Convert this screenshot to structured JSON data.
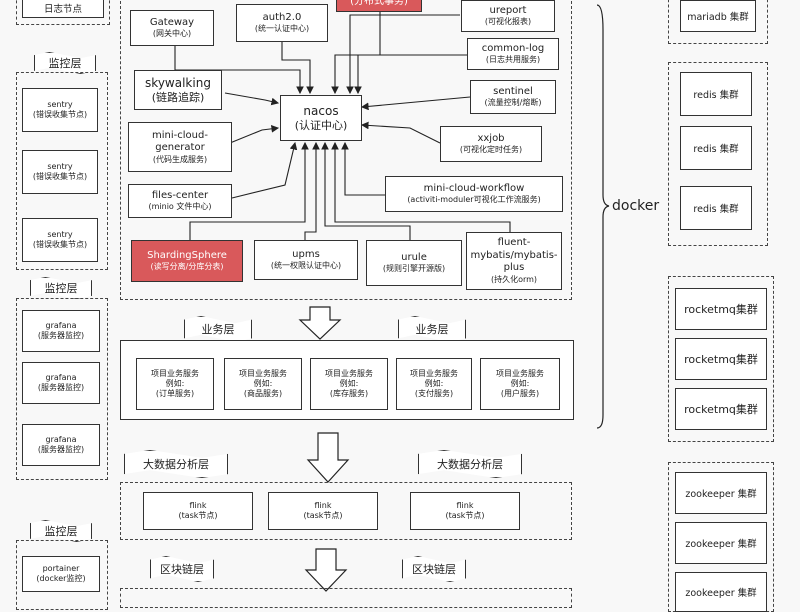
{
  "left_col": {
    "top_box": "日志节点",
    "monitor_flag_1": "监控层",
    "sentry": [
      {
        "name": "sentry",
        "desc": "(错误收集节点)"
      },
      {
        "name": "sentry",
        "desc": "(错误收集节点)"
      },
      {
        "name": "sentry",
        "desc": "(错误收集节点)"
      }
    ],
    "monitor_flag_2": "监控层",
    "grafana": [
      {
        "name": "grafana",
        "desc": "(服务器监控)"
      },
      {
        "name": "grafana",
        "desc": "(服务器监控)"
      },
      {
        "name": "grafana",
        "desc": "(服务器监控)"
      }
    ],
    "monitor_flag_3": "监控层",
    "portainer": {
      "name": "portainer",
      "desc": "(docker监控)"
    }
  },
  "center": {
    "distributed_tx": "(分布式事务)",
    "gateway": {
      "name": "Gateway",
      "desc": "(网关中心)"
    },
    "auth": {
      "name": "auth2.0",
      "desc": "(统一认证中心)"
    },
    "ureport": {
      "name": "ureport",
      "desc": "(可视化报表)"
    },
    "common_log": {
      "name": "common-log",
      "desc": "(日志共用服务)"
    },
    "skywalking": {
      "name": "skywalking",
      "desc": "(链路追踪)"
    },
    "nacos": {
      "name": "nacos",
      "desc": "(认证中心)"
    },
    "sentinel": {
      "name": "sentinel",
      "desc": "(流量控制/熔断)"
    },
    "generator": {
      "name": "mini-cloud-\ngenerator",
      "desc": "(代码生成服务)"
    },
    "xxjob": {
      "name": "xxjob",
      "desc": "(可视化定时任务)"
    },
    "files": {
      "name": "files-center",
      "desc": "(minio 文件中心)"
    },
    "workflow": {
      "name": "mini-cloud-workflow",
      "desc": "(activiti-moduler可视化工作流服务)"
    },
    "sharding": {
      "name": "ShardingSphere",
      "desc": "(读写分离/分库分表)"
    },
    "upms": {
      "name": "upms",
      "desc": "(统一权限认证中心)"
    },
    "urule": {
      "name": "urule",
      "desc": "(规则引擎开源版)"
    },
    "fluent": {
      "name": "fluent-\nmybatis/mybatis-\nplus",
      "desc": "(持久化orm)"
    }
  },
  "business": {
    "flag_left": "业务层",
    "flag_right": "业务层",
    "services": [
      {
        "l1": "项目业务服务",
        "l2": "例如:",
        "l3": "(订单服务)"
      },
      {
        "l1": "项目业务服务",
        "l2": "例如:",
        "l3": "(商品服务)"
      },
      {
        "l1": "项目业务服务",
        "l2": "例如:",
        "l3": "(库存服务)"
      },
      {
        "l1": "项目业务服务",
        "l2": "例如:",
        "l3": "(支付服务)"
      },
      {
        "l1": "项目业务服务",
        "l2": "例如:",
        "l3": "(用户服务)"
      }
    ]
  },
  "bigdata": {
    "flag_left": "大数据分析层",
    "flag_right": "大数据分析层",
    "flink": [
      {
        "name": "flink",
        "desc": "(task节点)"
      },
      {
        "name": "flink",
        "desc": "(task节点)"
      },
      {
        "name": "flink",
        "desc": "(task节点)"
      }
    ]
  },
  "blockchain": {
    "flag_left": "区块链层",
    "flag_right": "区块链层"
  },
  "docker_label": "docker",
  "right_col": {
    "mariadb": "mariadb 集群",
    "redis": [
      "redis 集群",
      "redis 集群",
      "redis 集群"
    ],
    "rocketmq": [
      "rocketmq集群",
      "rocketmq集群",
      "rocketmq集群"
    ],
    "zookeeper": [
      "zookeeper 集群",
      "zookeeper 集群",
      "zookeeper 集群"
    ]
  }
}
